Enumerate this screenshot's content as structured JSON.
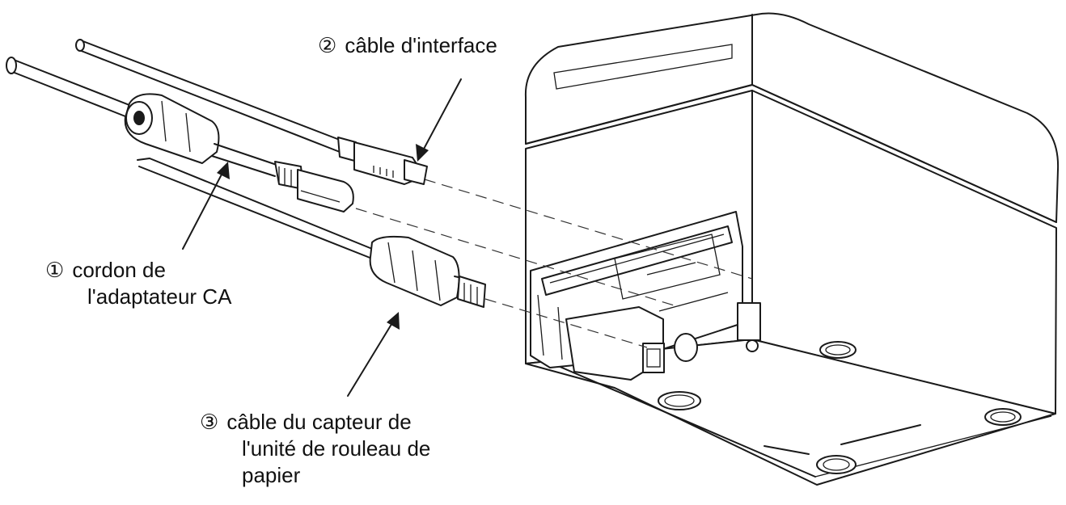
{
  "labels": {
    "adapter_cord": {
      "number": "①",
      "lines": [
        "cordon de",
        "l'adaptateur CA"
      ]
    },
    "interface_cable": {
      "number": "②",
      "lines": [
        "câble d'interface"
      ]
    },
    "sensor_cable": {
      "number": "③",
      "lines": [
        "câble du capteur de",
        "l'unité de rouleau de",
        "papier"
      ]
    }
  },
  "colors": {
    "line": "#1a1a1a",
    "background": "#ffffff"
  }
}
